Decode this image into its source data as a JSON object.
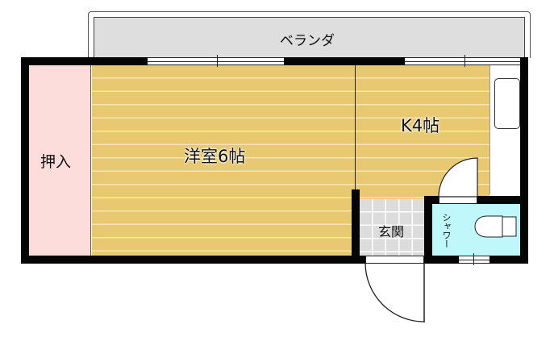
{
  "floorplan": {
    "balcony": {
      "label": "ベランダ"
    },
    "closet": {
      "label": "押入"
    },
    "western_room": {
      "label": "洋室6帖"
    },
    "kitchen": {
      "label": "K4帖"
    },
    "entrance": {
      "label": "玄関"
    },
    "bathroom": {
      "label": "シャワー"
    }
  },
  "colors": {
    "wall": "#050505",
    "balcony": "#dedede",
    "closet": "#fddcdc",
    "wood_floor": "#e8c870",
    "wood_stripe": "#f7e6b0",
    "entrance_tile": "#dcdcdc",
    "bathroom": "#bff7fb"
  }
}
